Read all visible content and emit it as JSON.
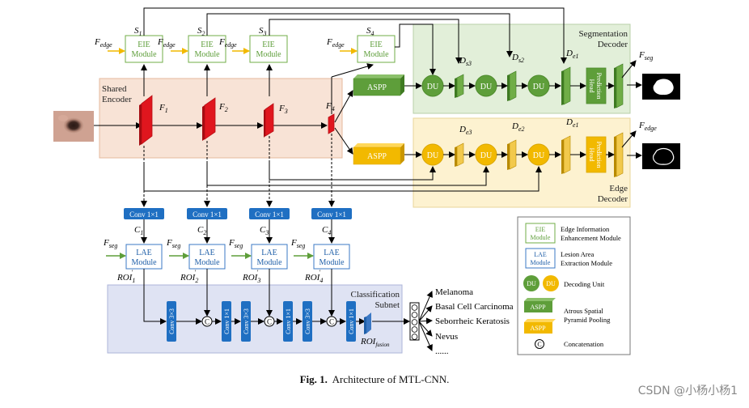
{
  "regions": {
    "shared_encoder": "Shared\nEncoder",
    "segmentation_decoder": "Segmentation\nDecoder",
    "edge_decoder": "Edge\nDecoder",
    "classification_subnet": "Classification\nSubnet"
  },
  "eie_module_label": "EIE\nModule",
  "lae_module_label": "LAE\nModule",
  "conv1x1_label": "Conv 1×1",
  "conv3x3_label": "Conv 3×3",
  "conv1x1_vertical": "Conv 1×1",
  "aspp_label": "ASPP",
  "du_label": "DU",
  "prediction_head_label": "Prediction\nHead",
  "concat_symbol": "C",
  "f_edge": "F",
  "f_edge_sub": "edge",
  "f_seg": "F",
  "f_seg_sub": "seg",
  "s_labels": [
    "S",
    "S",
    "S",
    "S"
  ],
  "s_subs": [
    "1",
    "2",
    "3",
    "4"
  ],
  "f_labels": [
    "F",
    "F",
    "F",
    "F"
  ],
  "f_subs": [
    "1",
    "2",
    "3",
    "4"
  ],
  "c_labels": [
    "C",
    "C",
    "C",
    "C"
  ],
  "c_subs": [
    "1",
    "2",
    "3",
    "4"
  ],
  "roi_labels": [
    "ROI",
    "ROI",
    "ROI",
    "ROI"
  ],
  "roi_subs": [
    "1",
    "2",
    "3",
    "4"
  ],
  "roi_primes": [
    "'",
    "'",
    "'",
    "'"
  ],
  "roi_fusion": "ROI",
  "roi_fusion_sub": "fusion",
  "ds_labels": [
    "D",
    "D",
    "D"
  ],
  "ds_subs": [
    "s3",
    "s2",
    "e1"
  ],
  "de_labels": [
    "D",
    "D",
    "D"
  ],
  "de_subs": [
    "e3",
    "e2",
    "e1"
  ],
  "f_seg_out": "F",
  "f_seg_out_sub": "seg",
  "f_edge_out": "F",
  "f_edge_out_sub": "edge",
  "classes": [
    "Melanoma",
    "Basal Cell Carcinoma",
    "Seborrheic Keratosis",
    "Nevus",
    "......"
  ],
  "legend": {
    "eie_box": "EIE\nModule",
    "eie_text": "Edge Information\nEnhancement Module",
    "lae_box": "LAE\nModule",
    "lae_text": "Lesion Area\nExtraction Module",
    "du_text": "Decoding Unit",
    "aspp_text": "Atrous Spatial\nPyramid Pooling",
    "concat_text": "Concatenation"
  },
  "caption_prefix": "Fig. 1.",
  "caption_text": "Architecture of MTL-CNN.",
  "watermark": "CSDN @小杨小杨1",
  "colors": {
    "encoder_fill": "#f8e3d6",
    "encoder_stroke": "#e6b89c",
    "seg_fill": "#e2efd9",
    "seg_stroke": "#b8cfa8",
    "edge_fill": "#fdf2d0",
    "edge_stroke": "#e8d49a",
    "cls_fill": "#dfe3f3",
    "cls_stroke": "#aeb6d8",
    "green": "#5e9e3a",
    "green_light": "#70ad47",
    "yellow": "#f2b900",
    "yellow_dark": "#c99600",
    "blue": "#1f6fc2",
    "red": "#e0161e",
    "lae_stroke": "#3b78c4",
    "eie_stroke": "#70ad47"
  }
}
